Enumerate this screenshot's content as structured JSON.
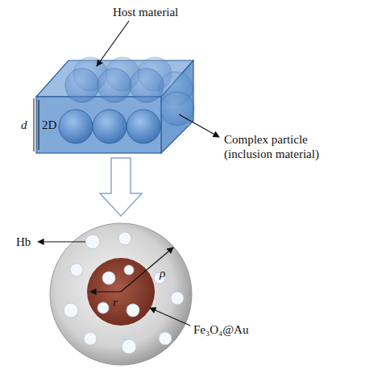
{
  "diagram": {
    "labels": [
      "Host material",
      "d",
      "2D",
      "Complex particle (inclusion material)",
      "Hb",
      "Fe₃O₄@Au",
      "ρ",
      "r"
    ]
  }
}
